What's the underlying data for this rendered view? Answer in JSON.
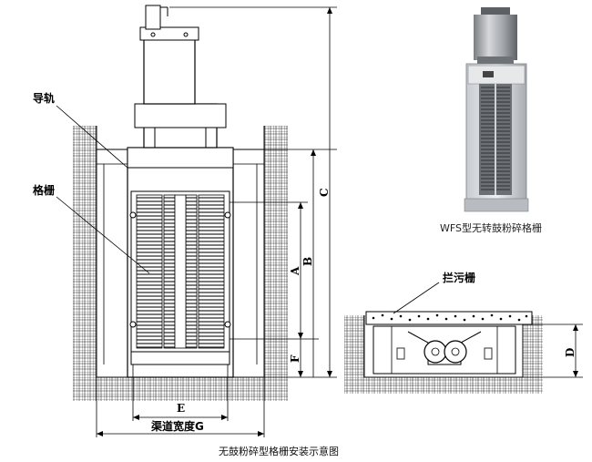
{
  "labels": {
    "guide_rail": "导轨",
    "grille": "格栅",
    "trash_rack": "拦污栅"
  },
  "dimensions": {
    "A": "A",
    "B": "B",
    "C": "C",
    "D": "D",
    "E": "E",
    "F": "F",
    "channel_width": "渠道宽度G"
  },
  "captions": {
    "photo": "WFS型无转鼓粉碎格栅",
    "main": "无鼓粉碎型格栅安装示意图"
  }
}
